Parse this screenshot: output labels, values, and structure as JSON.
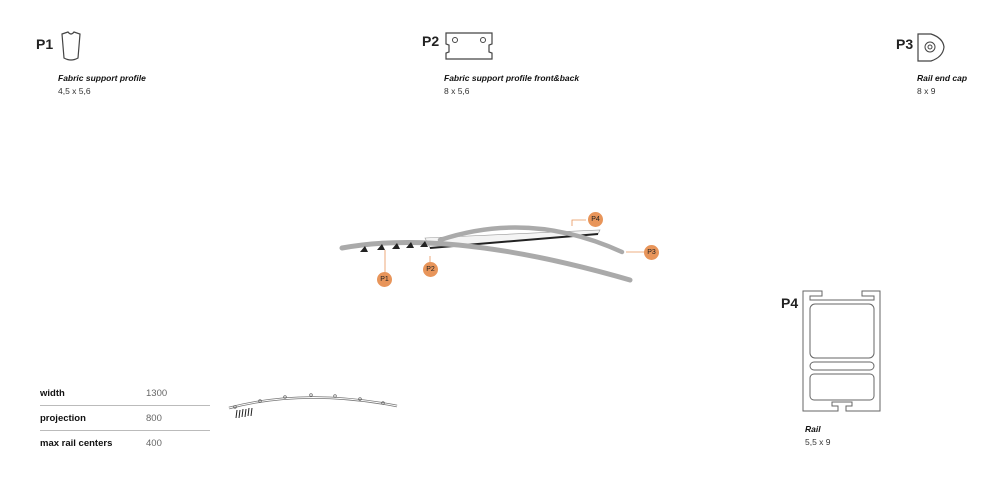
{
  "parts": [
    {
      "code": "P1",
      "name": "Fabric support profile",
      "dims": "4,5 x 5,6"
    },
    {
      "code": "P2",
      "name": "Fabric support profile front&back",
      "dims": "8 x 5,6"
    },
    {
      "code": "P3",
      "name": "Rail end cap",
      "dims": "8 x 9"
    },
    {
      "code": "P4",
      "name": "Rail",
      "dims": "5,5 x 9"
    }
  ],
  "callouts": [
    "P1",
    "P2",
    "P3",
    "P4"
  ],
  "specs": [
    {
      "label": "width",
      "value": "1300"
    },
    {
      "label": "projection",
      "value": "800"
    },
    {
      "label": "max rail centers",
      "value": "400"
    }
  ],
  "colors": {
    "callout": "#e8955a",
    "line": "#888888"
  }
}
